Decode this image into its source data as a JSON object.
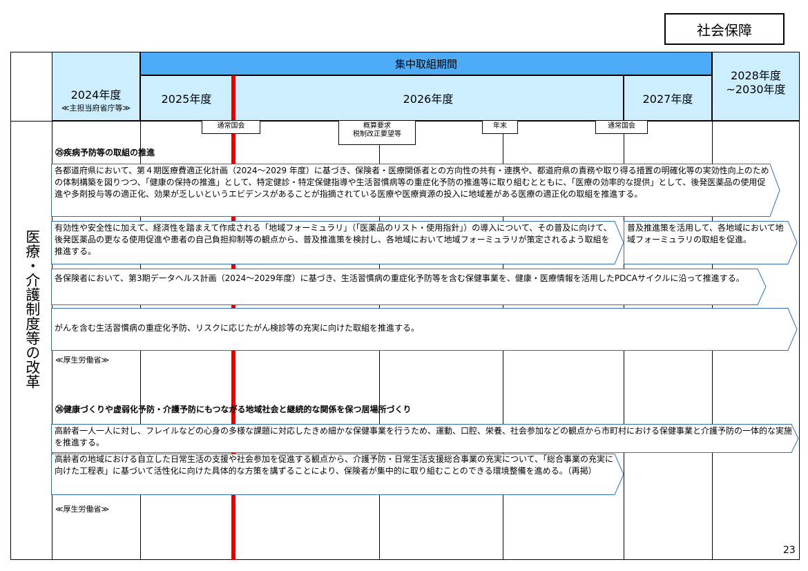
{
  "category_tag": "社会保障",
  "header": {
    "intensive_period": "集中取組期間",
    "col_2024": "2024年度",
    "col_2024_sub": "≪主担当府省庁等≫",
    "col_2025": "2025年度",
    "col_2026": "2026年度",
    "col_2027": "2027年度",
    "col_2028_line1": "2028年度",
    "col_2028_line2": "~2030年度"
  },
  "side_label": "医療・介護制度等の改革",
  "milestones": {
    "ordinary_diet_1": "通常国会",
    "budget_request_line1": "概算要求",
    "budget_request_line2": "税制改正要望等",
    "year_end": "年末",
    "ordinary_diet_2": "通常国会"
  },
  "section25": {
    "title": "㉕疾病予防等の取組の推進",
    "item1": "各都道府県において、第４期医療費適正化計画（2024～2029 年度）に基づき、保険者・医療関係者との方向性の共有・連携や、都道府県の責務や取り得る措置の明確化等の実効性向上のための体制構築を図りつつ、「健康の保持の推進」として、特定健診・特定保健指導や生活習慣病等の重症化予防の推進等に取り組むとともに、「医療の効率的な提供」として、後発医薬品の使用促進や多剤投与等の適正化、効果が乏しいというエビデンスがあることが指摘されている医療や医療資源の投入に地域差がある医療の適正化の取組を推進する。",
    "item2": "有効性や安全性に加えて、経済性を踏まえて作成される「地域フォーミュラリ」（「医薬品のリスト・使用指針」）の導入について、その普及に向けて、後発医薬品の更なる使用促進や患者の自己負担抑制等の観点から、普及推進策を検討し、各地域において地域フォーミュラリが策定されるよう取組を推進する。",
    "item2b": "普及推進策を活用して、各地域において地域フォーミュラリの取組を促進。",
    "item3": "各保険者において、第3期データヘルス計画（2024～2029年度）に基づき、生活習慣病の重症化予防等を含む保健事業を、健康・医療情報を活用したPDCAサイクルに沿って推進する。",
    "item4": "がんを含む生活習慣病の重症化予防、リスクに応じたがん検診等の充実に向けた取組を推進する。",
    "ministry": "≪厚生労働省≫"
  },
  "section26": {
    "title": "㉖健康づくりや虚弱化予防・介護予防にもつながる地域社会と継続的な関係を保つ居場所づくり",
    "item1": "高齢者一人一人に対し、フレイルなどの心身の多様な課題に対応したきめ細かな保健事業を行うため、運動、口腔、栄養、社会参加などの観点から市町村における保健事業と介護予防の一体的な実施を推進する。",
    "item2": "高齢者の地域における自立した日常生活の支援や社会参加を促進する観点から、介護予防・日常生活支援総合事業の充実について、「総合事業の充実に向けた工程表」に基づいて活性化に向けた具体的な方策を講ずることにより、保険者が集中的に取り組むことのできる環境整備を進める。（再掲）",
    "ministry": "≪厚生労働省≫"
  },
  "page_number": "23"
}
